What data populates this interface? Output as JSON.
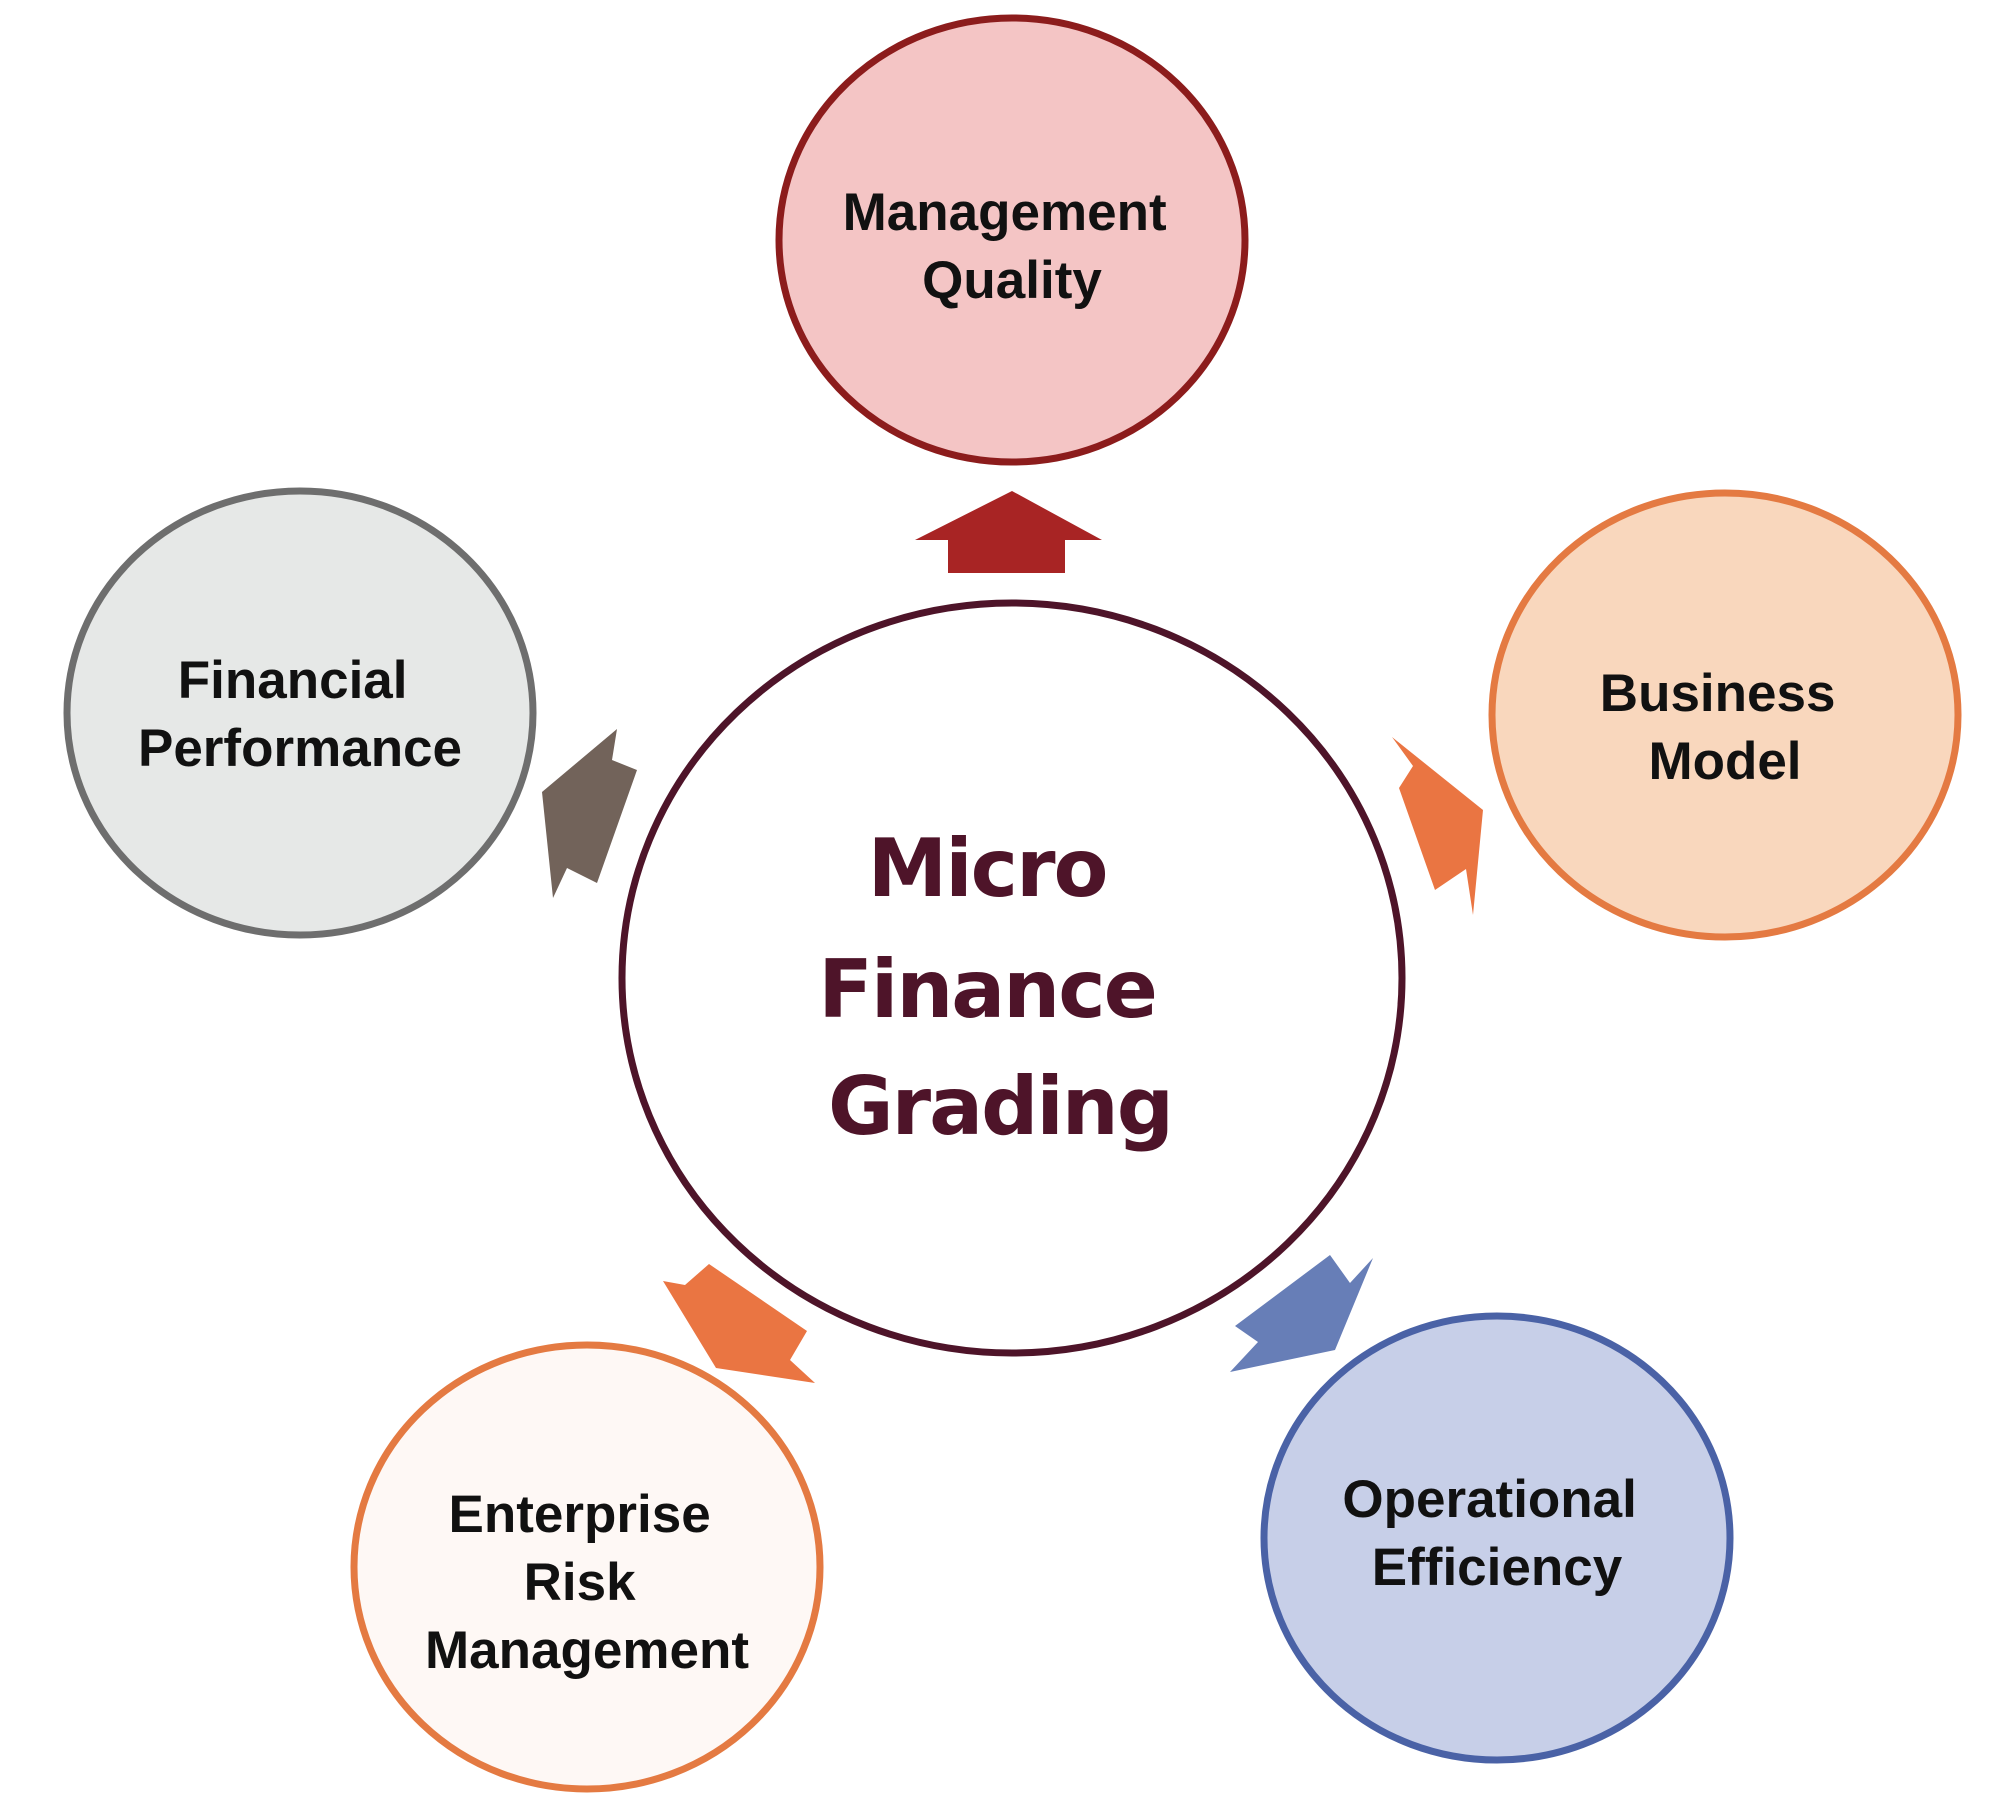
{
  "center": {
    "lines": [
      "Micro",
      "Finance",
      "Grading"
    ],
    "fill": "#ffffff",
    "stroke": "#4e1429"
  },
  "nodes": [
    {
      "id": "management-quality",
      "lines": [
        "Management",
        "Quality"
      ],
      "fill": "#f4c5c5",
      "stroke": "#8c1c1c",
      "arrow_color": "#a82424"
    },
    {
      "id": "business-model",
      "lines": [
        "Business",
        "Model"
      ],
      "fill": "#f9d7bd",
      "stroke": "#e47a42",
      "arrow_color": "#ea7542"
    },
    {
      "id": "operational-efficiency",
      "lines": [
        "Operational",
        "Efficiency"
      ],
      "fill": "#c7cfe8",
      "stroke": "#4a62a6",
      "arrow_color": "#677eb7"
    },
    {
      "id": "enterprise-risk-management",
      "lines": [
        "Enterprise",
        "Risk",
        "Management"
      ],
      "fill": "#fef8f5",
      "stroke": "#e47a42",
      "arrow_color": "#ea7542"
    },
    {
      "id": "financial-performance",
      "lines": [
        "Financial",
        "Performance"
      ],
      "fill": "#e6e8e7",
      "stroke": "#6e6e6e",
      "arrow_color": "#72635a"
    }
  ]
}
